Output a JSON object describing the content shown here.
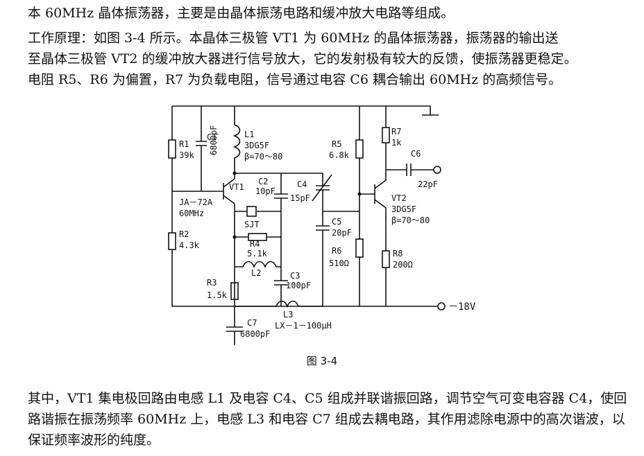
{
  "intro": "本 60MHz 晶体振荡器，主要是由晶体振荡电路和缓冲放大电路等组成。",
  "principle": [
    "工作原理：如图 3-4 所示。本晶体三极管 VT1 为 60MHz 的晶体振荡器，振荡器的输出送",
    "至晶体三极管 VT2 的缓冲放大器进行信号放大，它的发射极有较大的反馈，使振荡器更稳定。",
    "电阻 R5、R6 为偏置，R7 为负载电阻，信号通过电容 C6 耦合输出 60MHz 的高频信号。"
  ],
  "figure_caption": "图 3-4",
  "explanation": "其中，VT1 集电极回路由电感 L1 及电容 C4、C5 组成并联谐振回路，调节空气可变电容器 C4，使回路谐振在振荡频率 60MHz 上，电感 L3 和电容 C7 组成去耦电路，其作用滤除电源中的高次谐波，以保证频率波形的纯度。",
  "circuit": {
    "r1": "R1",
    "r1_val": "39k",
    "c1": "C1",
    "c1_val": "6800pF",
    "l1": "L1",
    "l1_part": "3DG5F",
    "l1_beta": "β=70～80",
    "vt1": "VT1",
    "c2": "C2",
    "c2_val": "10pF",
    "c4": "C4",
    "c4_val": "15pF",
    "crystal_model": "JA－72A",
    "crystal_freq": "60MHz",
    "crystal_label": "SJT",
    "r2": "R2",
    "r2_val": "4.3k",
    "r4": "R4",
    "r4_val": "5.1k",
    "l2": "L2",
    "c5": "C5",
    "c5_val": "20pF",
    "c3": "C3",
    "c3_val": "100pF",
    "r3": "R3",
    "r3_val": "1.5k",
    "l3": "L3",
    "l3_val": "LX－1－100μH",
    "c7": "C7",
    "c7_val": "6800pF",
    "r5": "R5",
    "r5_val": "6.8k",
    "r6": "R6",
    "r6_val": "510Ω",
    "r7": "R7",
    "r7_val": "1k",
    "c6": "C6",
    "c6_val": "22pF",
    "vt2": "VT2",
    "vt2_part": "3DG5F",
    "vt2_beta": "β=70～80",
    "r8": "R8",
    "r8_val": "200Ω",
    "supply": "－18V"
  }
}
